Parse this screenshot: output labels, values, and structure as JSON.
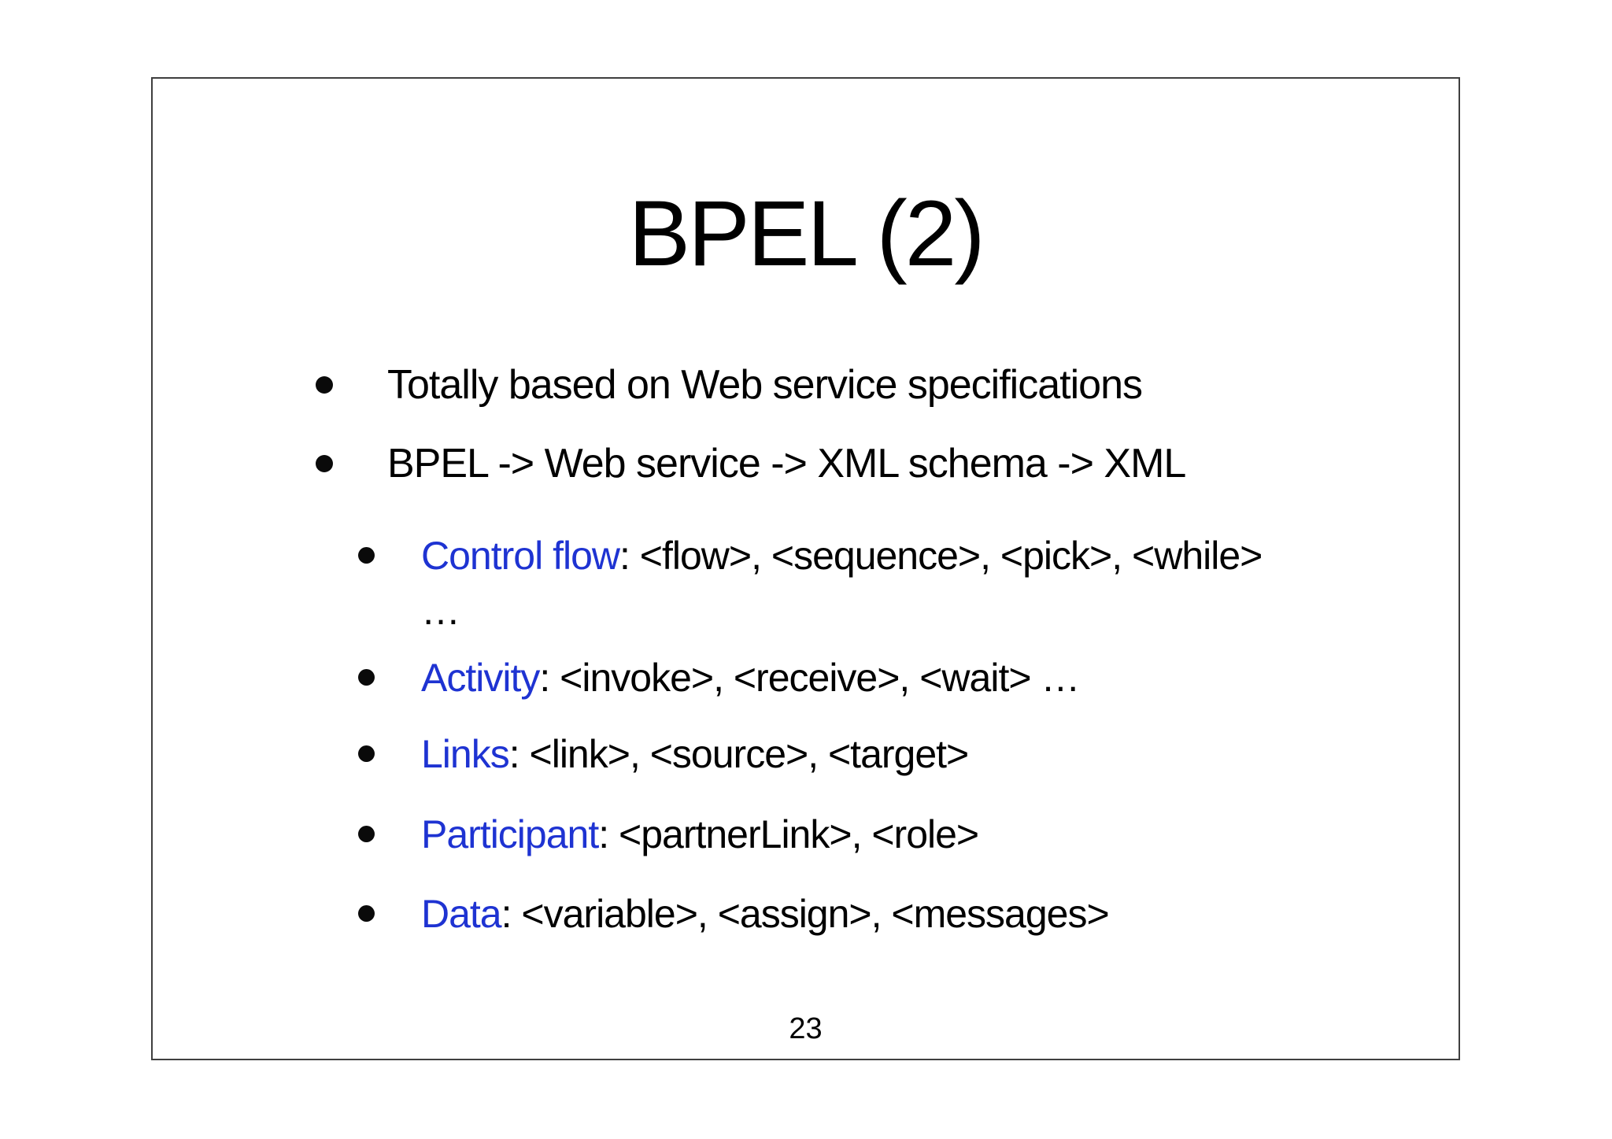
{
  "slide": {
    "title": "BPEL (2)",
    "page_number": "23",
    "colors": {
      "accent": "#1e33d2",
      "text": "#000000",
      "border": "#3f3f3f",
      "background": "#ffffff"
    },
    "bullets": [
      {
        "level": 1,
        "text": "Totally based on Web service specifications"
      },
      {
        "level": 1,
        "text": "BPEL -> Web service -> XML schema -> XML"
      },
      {
        "level": 2,
        "term": "Control flow",
        "text": ": <flow>, <sequence>, <pick>, <while>",
        "wrap": "…"
      },
      {
        "level": 2,
        "term": "Activity",
        "text": ": <invoke>, <receive>, <wait> …"
      },
      {
        "level": 2,
        "term": "Links",
        "text": ": <link>, <source>, <target>"
      },
      {
        "level": 2,
        "term": "Participant",
        "text": ": <partnerLink>, <role>"
      },
      {
        "level": 2,
        "term": "Data",
        "text": ": <variable>, <assign>, <messages>"
      }
    ]
  }
}
